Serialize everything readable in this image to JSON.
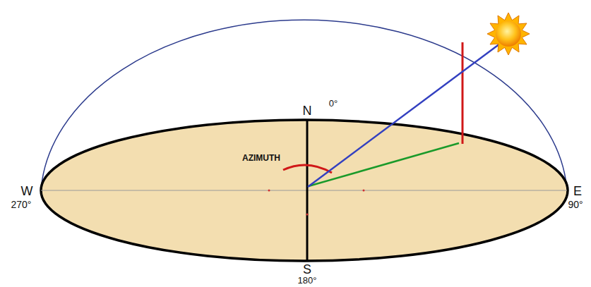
{
  "diagram": {
    "labels": [
      "N",
      "0°",
      "AZIMUTH",
      "W",
      "270°",
      "E",
      "90°",
      "S",
      "180°"
    ]
  }
}
